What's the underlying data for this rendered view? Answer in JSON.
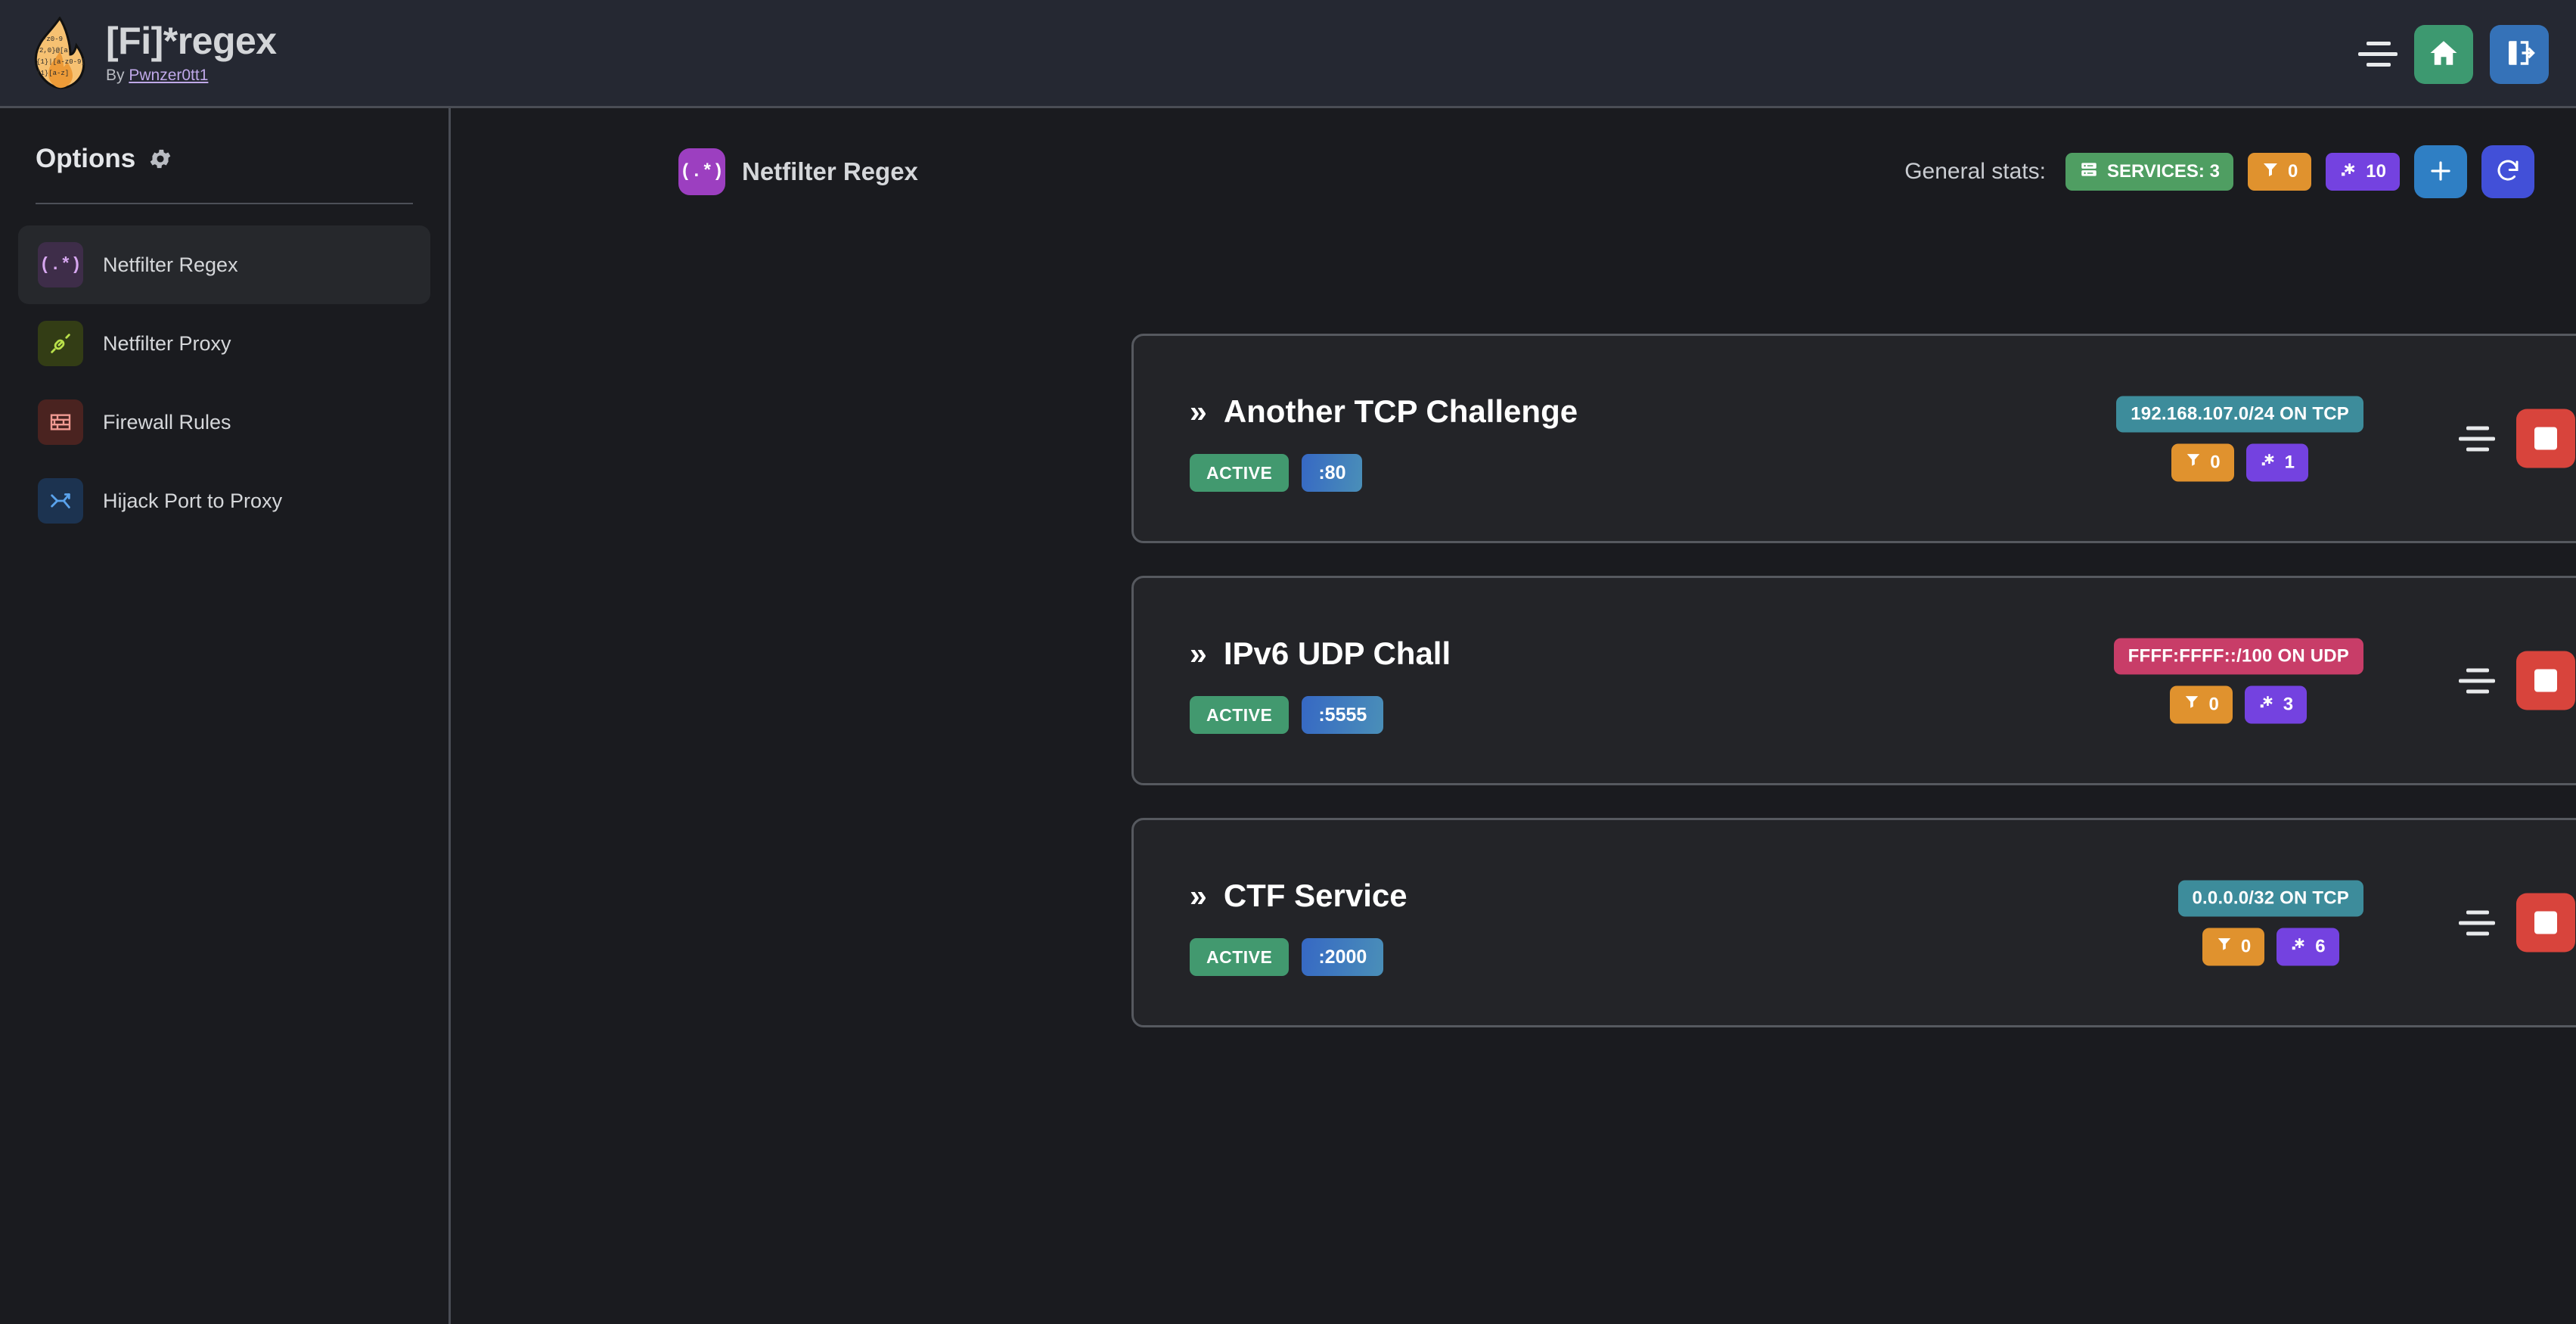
{
  "header": {
    "logo_icon": "flame-regex-logo",
    "title": "[Fi]*regex",
    "byline_prefix": "By ",
    "author": "Pwnzer0tt1",
    "menu_icon": "hamburger-icon",
    "home_icon": "home-icon",
    "logout_icon": "logout-icon",
    "colors": {
      "home": "#3d9970",
      "logout": "#3572b8",
      "bar": "#252832"
    }
  },
  "sidebar": {
    "heading": "Options",
    "heading_icon": "gear-icon",
    "items": [
      {
        "label": "Netfilter Regex",
        "icon": "regex-icon",
        "glyph": "(.*)",
        "active": true
      },
      {
        "label": "Netfilter Proxy",
        "icon": "plug-icon",
        "glyph": "",
        "active": false
      },
      {
        "label": "Firewall Rules",
        "icon": "brick-wall-icon",
        "glyph": "",
        "active": false
      },
      {
        "label": "Hijack Port to Proxy",
        "icon": "fork-arrow-icon",
        "glyph": "",
        "active": false
      }
    ]
  },
  "main": {
    "page_title": "Netfilter Regex",
    "page_title_glyph": "(.*)",
    "page_title_icon": "regex-icon",
    "stats_label": "General stats:",
    "stats": [
      {
        "name": "services-badge",
        "icon": "server-icon",
        "text": "SERVICES: 3",
        "color": "#4f9e62"
      },
      {
        "name": "filters-badge",
        "icon": "filter-icon",
        "text": "0",
        "color": "#e0922e"
      },
      {
        "name": "regexes-badge",
        "icon": "regex-icon",
        "text": "10",
        "color": "#7442e0"
      }
    ],
    "add_button_icon": "plus-icon",
    "refresh_button_icon": "refresh-icon",
    "services": [
      {
        "chevron": "»",
        "name": "Another TCP Challenge",
        "status": "ACTIVE",
        "port": ":80",
        "network": "192.168.107.0/24 ON TCP",
        "network_proto": "tcp",
        "filters": "0",
        "regexes": "1",
        "menu_icon": "hamburger-icon",
        "stop_icon": "stop-icon",
        "play_icon": "play-icon",
        "details_icon": "chevron-right-icon"
      },
      {
        "chevron": "»",
        "name": "IPv6 UDP Chall",
        "status": "ACTIVE",
        "port": ":5555",
        "network": "FFFF:FFFF::/100 ON UDP",
        "network_proto": "udp",
        "filters": "0",
        "regexes": "3",
        "menu_icon": "hamburger-icon",
        "stop_icon": "stop-icon",
        "play_icon": "play-icon",
        "details_icon": "chevron-right-icon"
      },
      {
        "chevron": "»",
        "name": "CTF Service",
        "status": "ACTIVE",
        "port": ":2000",
        "network": "0.0.0.0/32 ON TCP",
        "network_proto": "tcp",
        "filters": "0",
        "regexes": "6",
        "menu_icon": "hamburger-icon",
        "stop_icon": "stop-icon",
        "play_icon": "play-icon",
        "details_icon": "chevron-right-icon"
      }
    ]
  }
}
